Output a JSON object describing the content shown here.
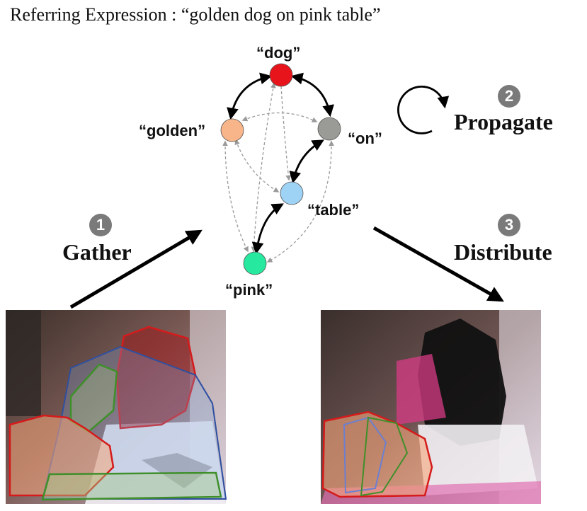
{
  "caption": "Referring Expression : “golden dog on pink table”",
  "nodes": {
    "dog": {
      "label": "“dog”",
      "color": "#e8141c"
    },
    "golden": {
      "label": "“golden”",
      "color": "#f7b589"
    },
    "on": {
      "label": "“on”",
      "color": "#9a9a96"
    },
    "table": {
      "label": "“table”",
      "color": "#9fd3f5"
    },
    "pink": {
      "label": "“pink”",
      "color": "#26e89e"
    }
  },
  "steps": {
    "gather": {
      "number": "1",
      "label": "Gather"
    },
    "propagate": {
      "number": "2",
      "label": "Propagate"
    },
    "distribute": {
      "number": "3",
      "label": "Distribute"
    }
  },
  "colors": {
    "strong_edge": "#000000",
    "weak_edge": "#9a9a9a",
    "badge": "#7a7a7a",
    "region_red": "#d51b1b",
    "region_green": "#3f8f2a",
    "region_blue": "#2f4f9f"
  }
}
